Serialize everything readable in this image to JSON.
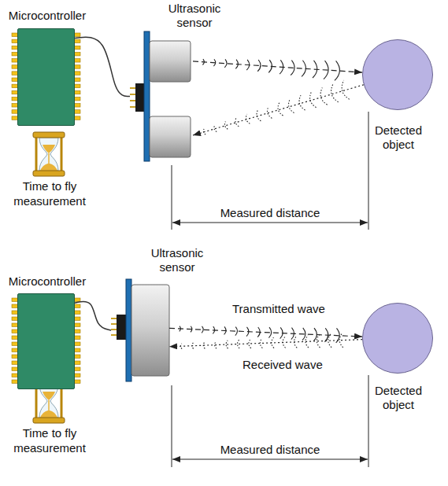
{
  "diagram": {
    "nodes": [
      {
        "text": [
          "Microcontroller"
        ]
      },
      {
        "text": [
          "Ultrasonic sensor"
        ]
      },
      {
        "text": [
          "Detected object"
        ]
      },
      {
        "text": [
          "Microcontroller"
        ]
      },
      {
        "text": [
          "Ultrasonic sensor"
        ]
      },
      {
        "text": [
          "Detected object"
        ]
      }
    ],
    "edges": [
      {
        "from": 0,
        "to": 1,
        "arrow": "none"
      },
      {
        "from": 1,
        "to": 2,
        "arrow": "to"
      },
      {
        "from": 2,
        "to": 1,
        "arrow": "to"
      },
      {
        "from": 3,
        "to": 4,
        "arrow": "none"
      },
      {
        "from": 4,
        "to": 5,
        "label": "Transmitted wave",
        "arrow": "to"
      },
      {
        "from": 5,
        "to": 4,
        "label": "Received wave",
        "arrow": "to"
      }
    ],
    "labels": [
      "Time to fly measurement",
      "Measured distance",
      "Time to fly measurement",
      "Measured distance"
    ]
  }
}
